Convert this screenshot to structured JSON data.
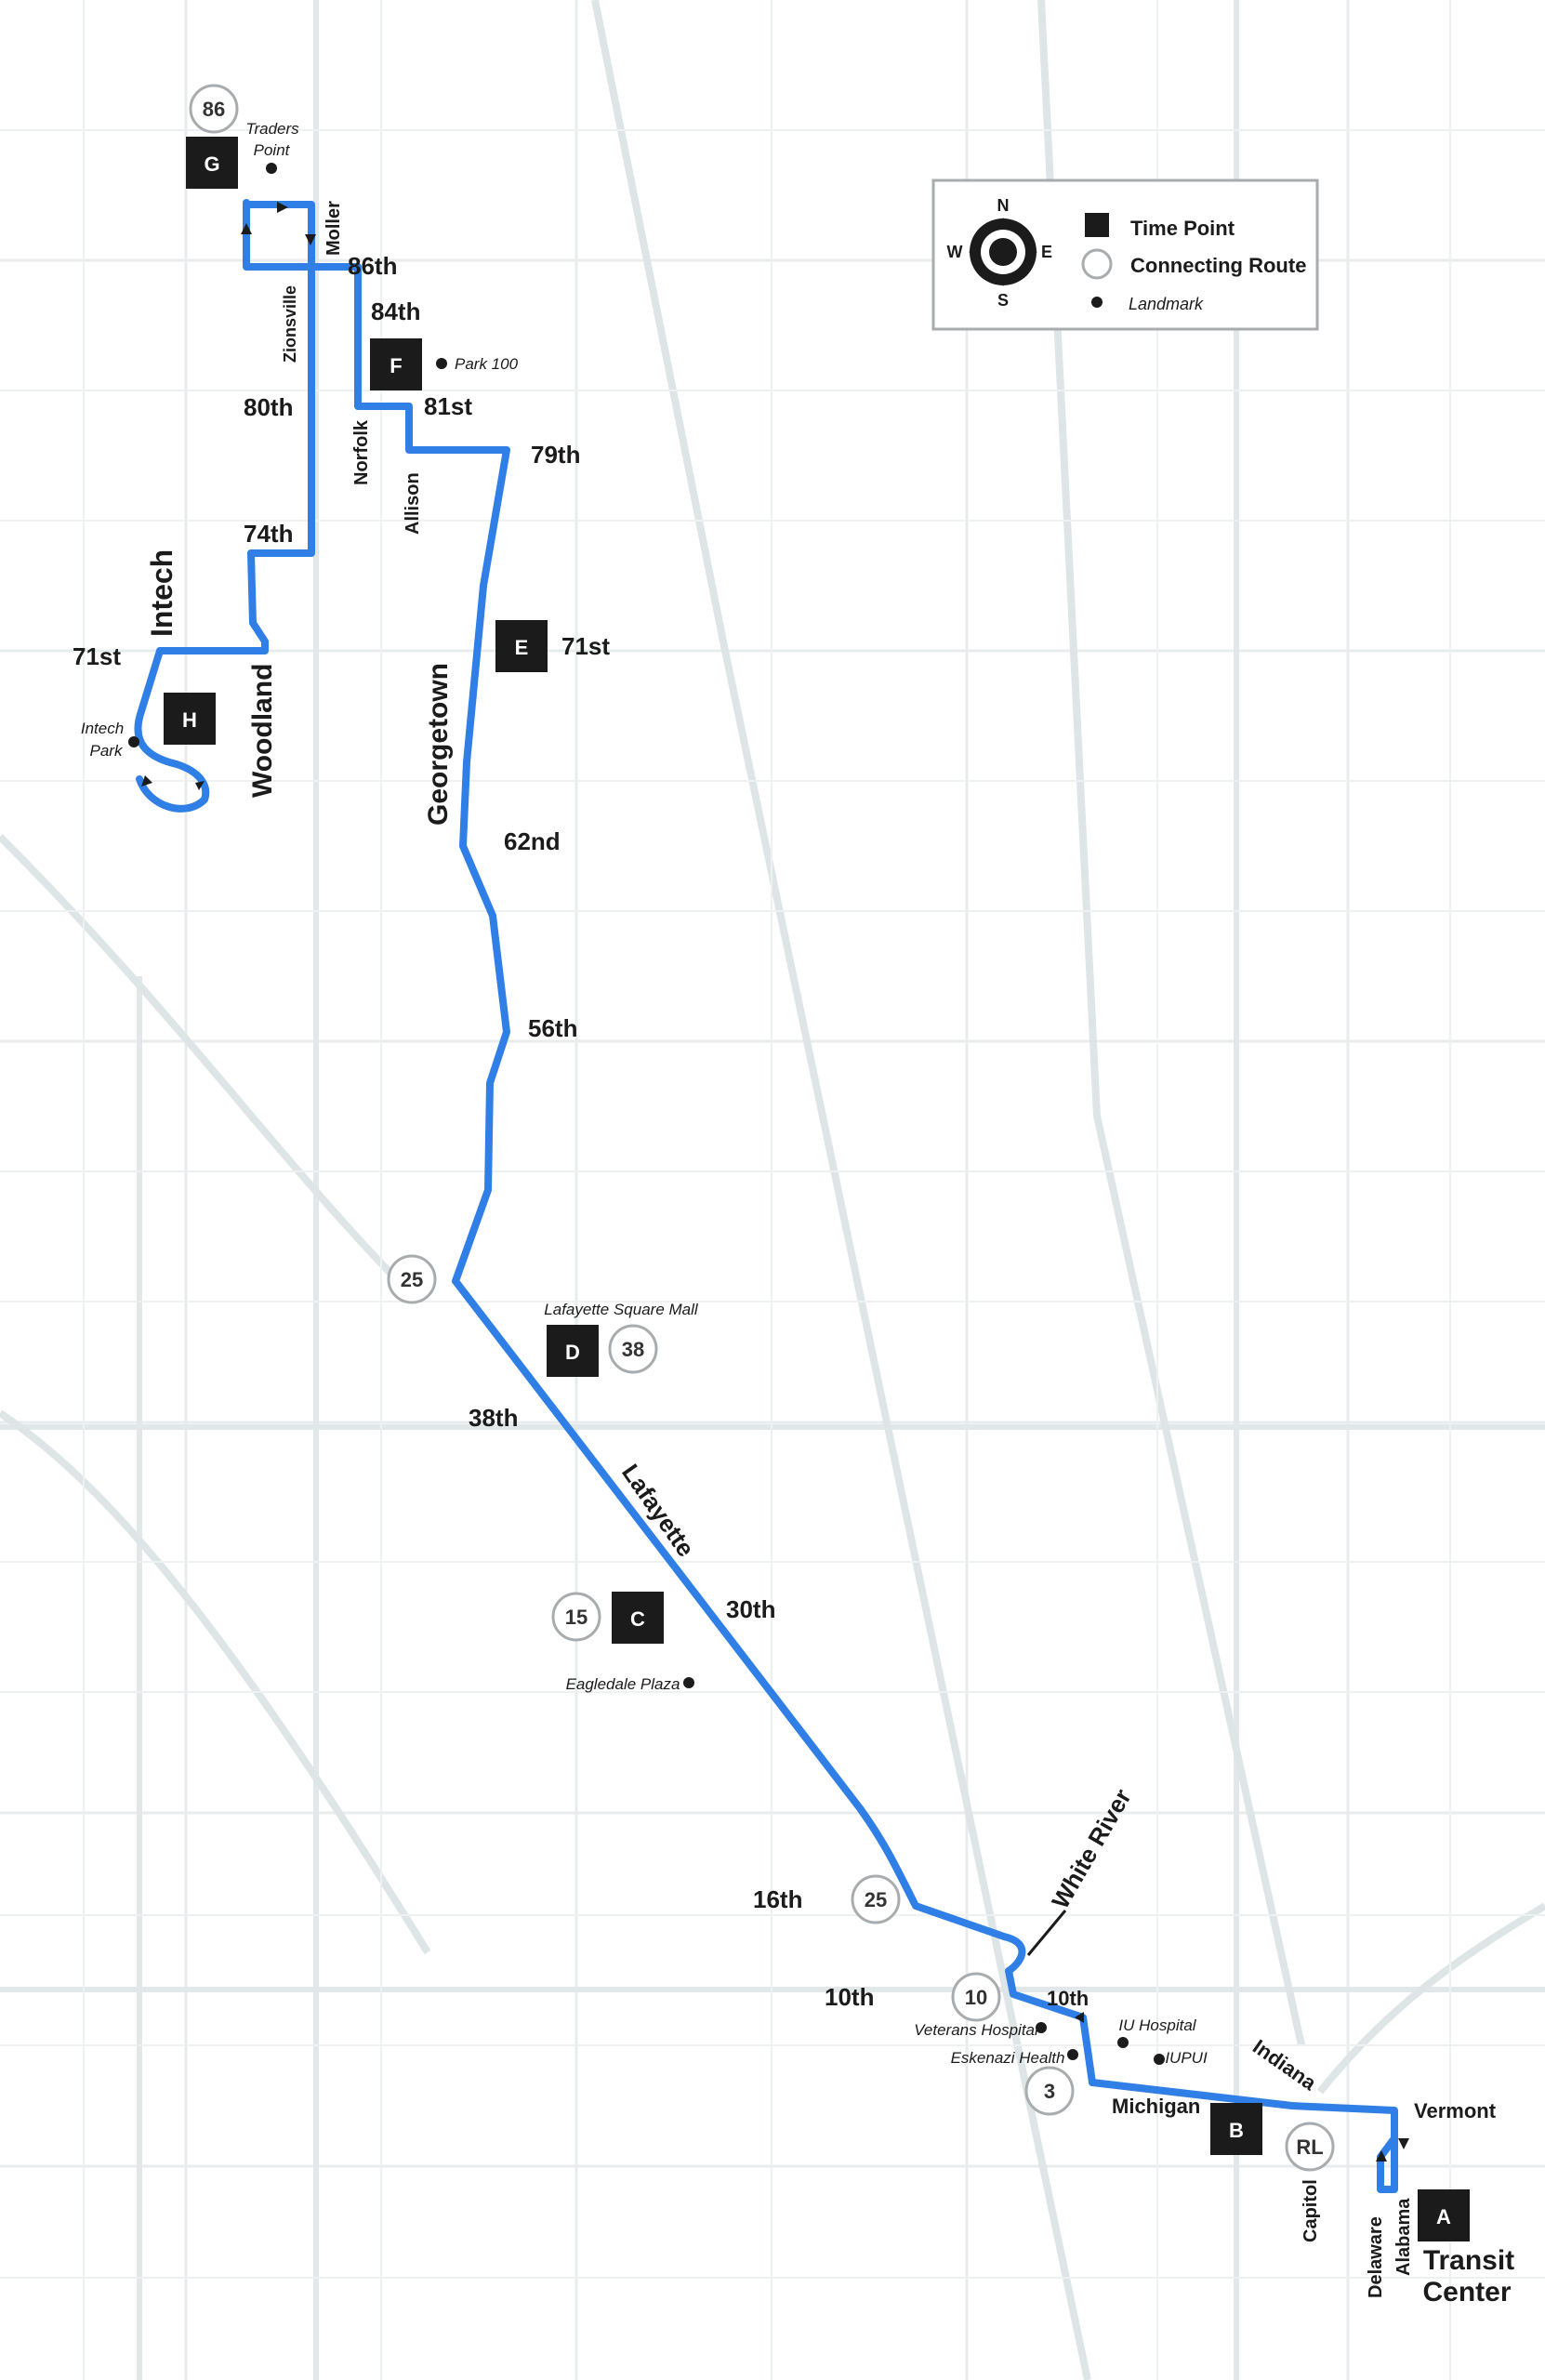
{
  "colors": {
    "route": "#2f7fe6",
    "road": "#e6eaec",
    "highway": "#dde5e7",
    "block": "#f1f3f4",
    "timepoint": "#1b1b1b",
    "circle": "#a8acae"
  },
  "legend": {
    "north": "N",
    "south": "S",
    "east": "E",
    "west": "W",
    "time_point": "Time Point",
    "connecting_route": "Connecting Route",
    "landmark": "Landmark"
  },
  "timepoints": [
    "G",
    "F",
    "E",
    "H",
    "D",
    "C",
    "B",
    "A"
  ],
  "connecting_routes": [
    "86",
    "25",
    "38",
    "15",
    "25",
    "10",
    "3",
    "RL"
  ],
  "landmarks": {
    "traders_point_1": "Traders",
    "traders_point_2": "Point",
    "park_100": "Park 100",
    "intech_park_1": "Intech",
    "intech_park_2": "Park",
    "lafayette_square_mall": "Lafayette Square Mall",
    "eagledale_plaza": "Eagledale Plaza",
    "veterans_hospital": "Veterans Hospital",
    "eskenazi_health": "Eskenazi Health",
    "iu_hospital": "IU Hospital",
    "iupui": "IUPUI",
    "transit_center_1": "Transit",
    "transit_center_2": "Center"
  },
  "streets": {
    "moller": "Moller",
    "s86th": "86th",
    "s84th": "84th",
    "zionsville": "Zionsville",
    "s80th": "80th",
    "s81st": "81st",
    "norfolk": "Norfolk",
    "s79th": "79th",
    "allison": "Allison",
    "s74th": "74th",
    "intech": "Intech",
    "s71st_west": "71st",
    "s71st_east": "71st",
    "woodland": "Woodland",
    "georgetown": "Georgetown",
    "s62nd": "62nd",
    "s56th": "56th",
    "s38th": "38th",
    "lafayette": "Lafayette",
    "s30th": "30th",
    "white_river": "White River",
    "s16th": "16th",
    "s10th_west": "10th",
    "s10th_east": "10th",
    "indiana": "Indiana",
    "michigan": "Michigan",
    "vermont": "Vermont",
    "capitol": "Capitol",
    "delaware": "Delaware",
    "alabama": "Alabama"
  }
}
